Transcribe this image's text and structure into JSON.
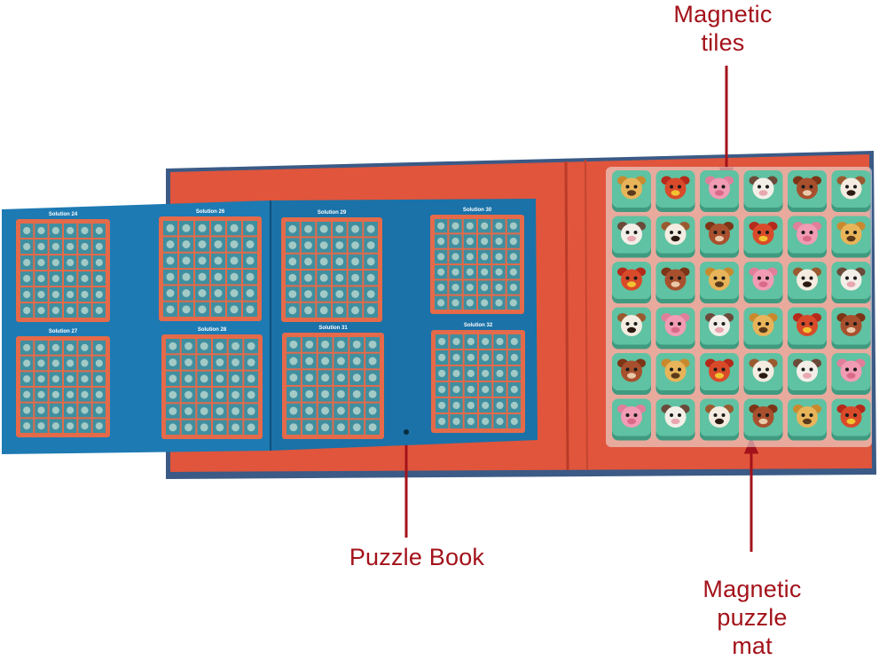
{
  "labels": {
    "tiles": "Magnetic\ntiles",
    "book": "Puzzle Book",
    "mat": "Magnetic\npuzzle\nmat"
  },
  "book": {
    "pages": [
      {
        "title": "Solution 24"
      },
      {
        "title": "Solution 26"
      },
      {
        "title": "Solution 27"
      },
      {
        "title": "Solution 28"
      },
      {
        "title": "Solution 29"
      },
      {
        "title": "Solution 30"
      },
      {
        "title": "Solution 31"
      },
      {
        "title": "Solution 32"
      }
    ]
  },
  "mat": {
    "rows": 6,
    "cols": 6,
    "tiles": [
      [
        "cat-icon",
        "rooster-icon",
        "pig-icon",
        "cow-icon",
        "bull-icon",
        "dog-icon"
      ],
      [
        "cow-icon",
        "dog-icon",
        "bull-icon",
        "rooster-icon",
        "pig-icon",
        "cat-icon"
      ],
      [
        "rooster-icon",
        "bull-icon",
        "cat-icon",
        "pig-icon",
        "dog-icon",
        "cow-icon"
      ],
      [
        "dog-icon",
        "pig-icon",
        "cow-icon",
        "cat-icon",
        "rooster-icon",
        "bull-icon"
      ],
      [
        "bull-icon",
        "cat-icon",
        "rooster-icon",
        "dog-icon",
        "cow-icon",
        "pig-icon"
      ],
      [
        "pig-icon",
        "cow-icon",
        "dog-icon",
        "bull-icon",
        "cat-icon",
        "rooster-icon"
      ]
    ]
  },
  "colors": {
    "box_red": "#e0553c",
    "box_dark": "#3b5a86",
    "book_blue": "#1d7ab3",
    "tile_green": "#5fc2a2",
    "label_red": "#a3121a"
  }
}
